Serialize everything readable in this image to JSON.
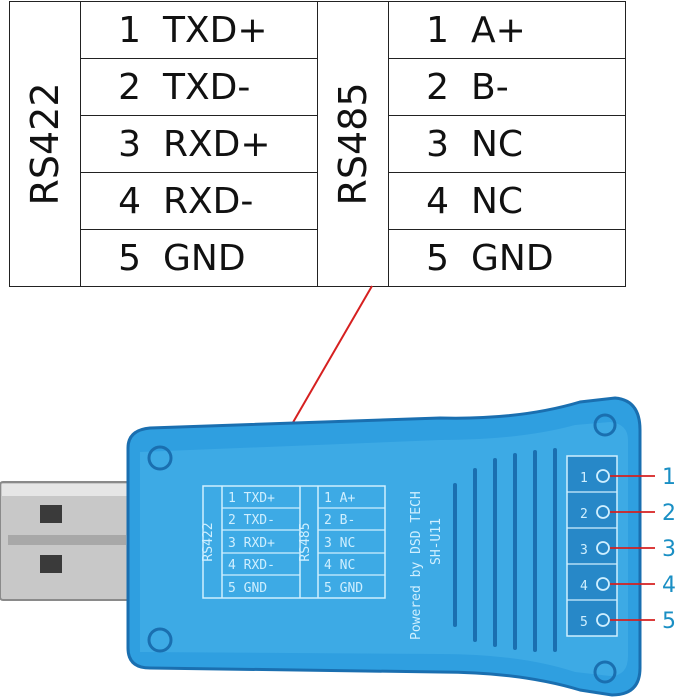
{
  "rs422": {
    "label": "RS422",
    "pins": [
      {
        "num": "1",
        "signal": "TXD+"
      },
      {
        "num": "2",
        "signal": "TXD-"
      },
      {
        "num": "3",
        "signal": "RXD+"
      },
      {
        "num": "4",
        "signal": "RXD-"
      },
      {
        "num": "5",
        "signal": "GND"
      }
    ]
  },
  "rs485": {
    "label": "RS485",
    "pins": [
      {
        "num": "1",
        "signal": "A+"
      },
      {
        "num": "2",
        "signal": "B-"
      },
      {
        "num": "3",
        "signal": "NC"
      },
      {
        "num": "4",
        "signal": "NC"
      },
      {
        "num": "5",
        "signal": "GND"
      }
    ]
  },
  "board": {
    "brand_text": "Powered by DSD TECH",
    "model_text": "SH-U11",
    "silk_rs422": "RS422",
    "silk_rs485": "RS485"
  },
  "terminal_pins": [
    "1",
    "2",
    "3",
    "4",
    "5"
  ],
  "colors": {
    "enclosure": "#2f9fe0",
    "enclosure_dark": "#1a6fb0",
    "pcb_print": "#cfefff",
    "callout_line": "#d62020",
    "pin_label": "#1a8fc4",
    "usb_metal": "#c8c8c8"
  }
}
